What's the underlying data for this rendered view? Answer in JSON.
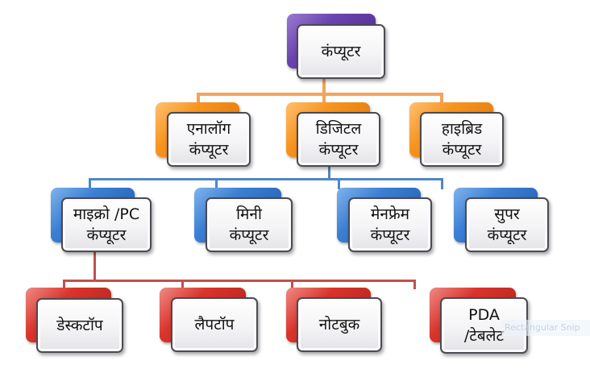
{
  "diagram": {
    "title": "कंप्यूटर",
    "colors": {
      "root": "#6b43b0",
      "level1": "#f7931e",
      "level2": "#3b7fd4",
      "level3": "#d9342c",
      "connector_level1": "#f2a45a",
      "connector_level2": "#4f86c6",
      "connector_level3": "#c0504d"
    },
    "root": {
      "lines": [
        "कंप्यूटर"
      ]
    },
    "level1": [
      {
        "lines": [
          "एनालॉग",
          "कंप्यूटर"
        ]
      },
      {
        "lines": [
          "डिजिटल",
          "कंप्यूटर"
        ]
      },
      {
        "lines": [
          "हाइब्रिड",
          "कंप्यूटर"
        ]
      }
    ],
    "level2": [
      {
        "lines": [
          "माइक्रो /PC",
          "कंप्यूटर"
        ]
      },
      {
        "lines": [
          "मिनी",
          "कंप्यूटर"
        ]
      },
      {
        "lines": [
          "मेनफ्रेम",
          "कंप्यूटर"
        ]
      },
      {
        "lines": [
          "सुपर",
          "कंप्यूटर"
        ]
      }
    ],
    "level3": [
      {
        "lines": [
          "डेस्कटॉप"
        ]
      },
      {
        "lines": [
          "लैपटॉप"
        ]
      },
      {
        "lines": [
          "नोटबुक"
        ]
      },
      {
        "lines": [
          "PDA",
          "/टेबलेट"
        ]
      }
    ],
    "edges": [
      [
        "कंप्यूटर",
        "एनालॉग कंप्यूटर"
      ],
      [
        "कंप्यूटर",
        "डिजिटल कंप्यूटर"
      ],
      [
        "कंप्यूटर",
        "हाइब्रिड कंप्यूटर"
      ],
      [
        "डिजिटल कंप्यूटर",
        "माइक्रो /PC कंप्यूटर"
      ],
      [
        "डिजिटल कंप्यूटर",
        "मिनी कंप्यूटर"
      ],
      [
        "डिजिटल कंप्यूटर",
        "मेनफ्रेम कंप्यूटर"
      ],
      [
        "डिजिटल कंप्यूटर",
        "सुपर कंप्यूटर"
      ],
      [
        "माइक्रो /PC कंप्यूटर",
        "डेस्कटॉप"
      ],
      [
        "माइक्रो /PC कंप्यूटर",
        "लैपटॉप"
      ],
      [
        "माइक्रो /PC कंप्यूटर",
        "नोटबुक"
      ],
      [
        "माइक्रो /PC कंप्यूटर",
        "PDA /टेबलेट"
      ]
    ]
  },
  "overlay": {
    "ghost_label": "Rectangular Snip"
  }
}
